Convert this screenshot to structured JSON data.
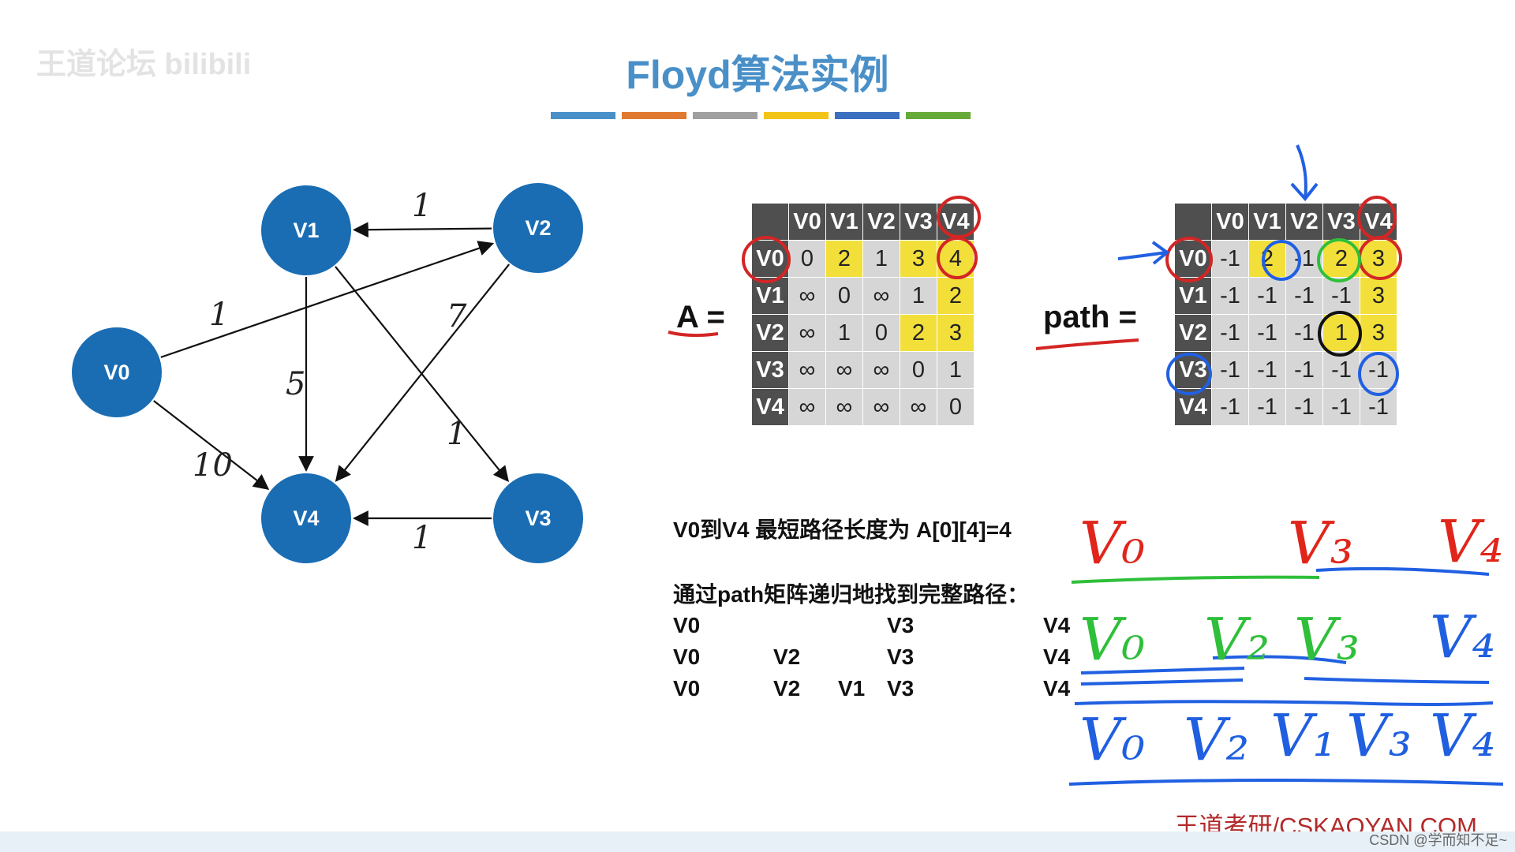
{
  "watermark": "王道论坛 bilibili",
  "title": "Floyd算法实例",
  "color_bar": [
    "#4a90c8",
    "#e07a30",
    "#a0a0a0",
    "#f2c418",
    "#3b6fc0",
    "#66aa3a"
  ],
  "graph": {
    "nodes": [
      {
        "id": "V0",
        "label": "V0"
      },
      {
        "id": "V1",
        "label": "V1"
      },
      {
        "id": "V2",
        "label": "V2"
      },
      {
        "id": "V3",
        "label": "V3"
      },
      {
        "id": "V4",
        "label": "V4"
      }
    ],
    "edges": [
      {
        "from": "V2",
        "to": "V1",
        "weight": "1"
      },
      {
        "from": "V0",
        "to": "V2",
        "weight": "1"
      },
      {
        "from": "V1",
        "to": "V4",
        "weight": "5"
      },
      {
        "from": "V2",
        "to": "V4",
        "weight": "7"
      },
      {
        "from": "V1",
        "to": "V3",
        "weight": "1"
      },
      {
        "from": "V0",
        "to": "V4",
        "weight": "10"
      },
      {
        "from": "V3",
        "to": "V4",
        "weight": "1"
      }
    ]
  },
  "matrix_A": {
    "label": "A =",
    "headers": [
      "V0",
      "V1",
      "V2",
      "V3",
      "V4"
    ],
    "rows": [
      [
        "0",
        "2",
        "1",
        "3",
        "4"
      ],
      [
        "∞",
        "0",
        "∞",
        "1",
        "2"
      ],
      [
        "∞",
        "1",
        "0",
        "2",
        "3"
      ],
      [
        "∞",
        "∞",
        "∞",
        "0",
        "1"
      ],
      [
        "∞",
        "∞",
        "∞",
        "∞",
        "0"
      ]
    ],
    "highlighted": [
      [
        0,
        1
      ],
      [
        0,
        3
      ],
      [
        0,
        4
      ],
      [
        1,
        4
      ],
      [
        2,
        3
      ],
      [
        2,
        4
      ]
    ]
  },
  "matrix_path": {
    "label": "path =",
    "headers": [
      "V0",
      "V1",
      "V2",
      "V3",
      "V4"
    ],
    "rows": [
      [
        "-1",
        "2",
        "-1",
        "2",
        "3"
      ],
      [
        "-1",
        "-1",
        "-1",
        "-1",
        "3"
      ],
      [
        "-1",
        "-1",
        "-1",
        "1",
        "3"
      ],
      [
        "-1",
        "-1",
        "-1",
        "-1",
        "-1"
      ],
      [
        "-1",
        "-1",
        "-1",
        "-1",
        "-1"
      ]
    ],
    "highlighted": [
      [
        0,
        1
      ],
      [
        0,
        3
      ],
      [
        0,
        4
      ],
      [
        1,
        4
      ],
      [
        2,
        3
      ],
      [
        2,
        4
      ]
    ]
  },
  "info": {
    "line1": "V0到V4 最短路径长度为 A[0][4]=4",
    "line2": "通过path矩阵递归地找到完整路径：",
    "path_rows": [
      [
        "V0",
        "",
        "",
        "V3",
        "V4"
      ],
      [
        "V0",
        "V2",
        "",
        "V3",
        "V4"
      ],
      [
        "V0",
        "V2",
        "V1",
        "V3",
        "V4"
      ]
    ]
  },
  "handwriting": [
    {
      "text": "V₀",
      "color": "#e0251b"
    },
    {
      "text": "V₃",
      "color": "#e0251b"
    },
    {
      "text": "V₄",
      "color": "#e0251b"
    },
    {
      "text": "V₀",
      "color": "#2fbf3a"
    },
    {
      "text": "V₂",
      "color": "#2fbf3a"
    },
    {
      "text": "V₃",
      "color": "#2fbf3a"
    },
    {
      "text": "V₄",
      "color": "#1f5fe0"
    },
    {
      "text": "V₀",
      "color": "#1f5fe0"
    },
    {
      "text": "V₂",
      "color": "#1f5fe0"
    },
    {
      "text": "V₁",
      "color": "#1f5fe0"
    },
    {
      "text": "V₃",
      "color": "#1f5fe0"
    },
    {
      "text": "V₄",
      "color": "#1f5fe0"
    }
  ],
  "footer": "王道考研/CSKAOYAN.COM",
  "csdn_credit": "CSDN @学而知不足~"
}
